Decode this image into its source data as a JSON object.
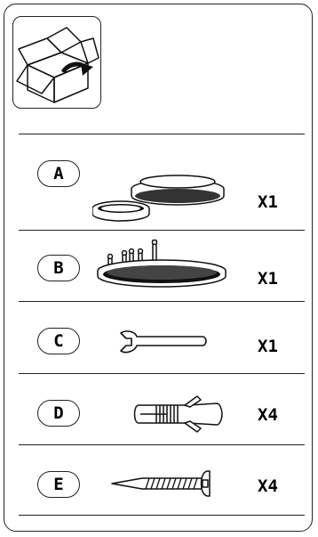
{
  "parts": [
    {
      "letter": "A",
      "quantity": "X1",
      "icon": "two-ring-ceiling-light-icon"
    },
    {
      "letter": "B",
      "quantity": "X1",
      "icon": "ring-light-fixture-icon"
    },
    {
      "letter": "C",
      "quantity": "X1",
      "icon": "wrench-icon"
    },
    {
      "letter": "D",
      "quantity": "X4",
      "icon": "wall-anchor-icon"
    },
    {
      "letter": "E",
      "quantity": "X4",
      "icon": "screw-icon"
    }
  ],
  "header": {
    "icon": "open-box-icon"
  }
}
